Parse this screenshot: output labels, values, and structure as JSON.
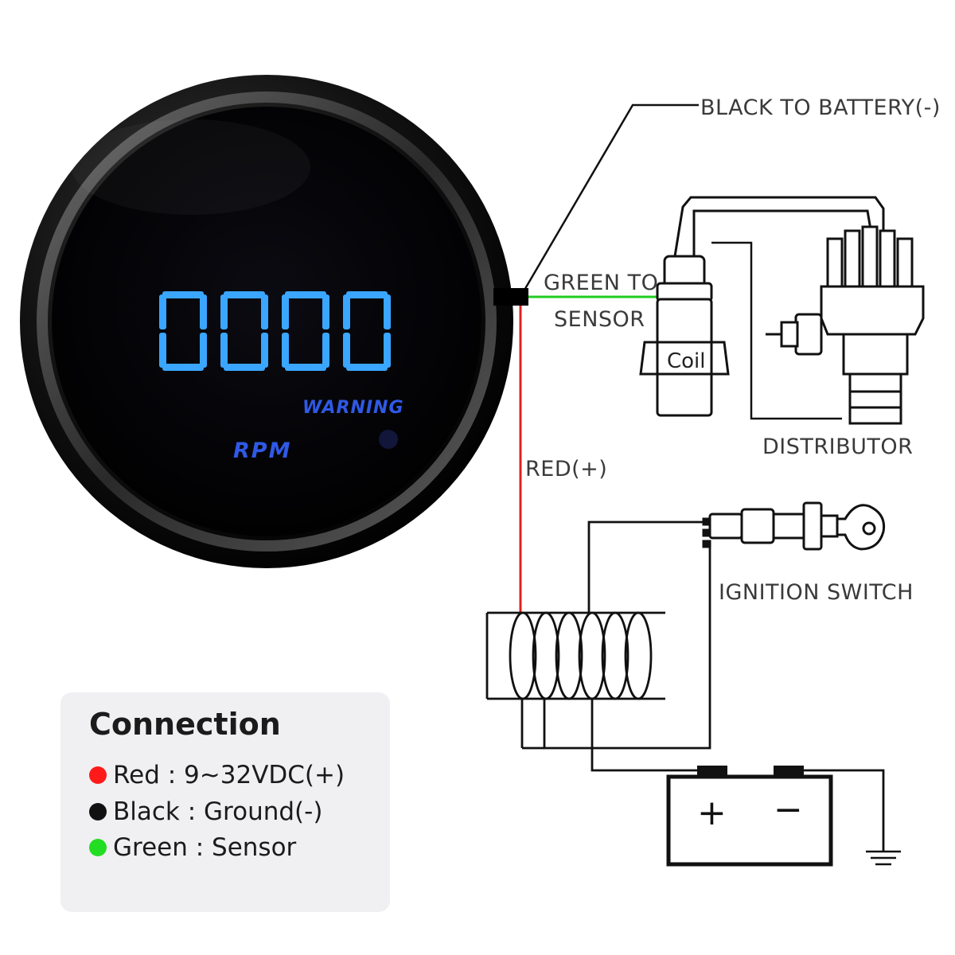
{
  "gauge": {
    "readout": "0000",
    "warning_label": "WARNING",
    "unit_label": "RPM",
    "digit_color": "#3aa6ff",
    "label_color": "#2f59e6"
  },
  "wiring_labels": {
    "black_to_battery": "BLACK TO BATTERY(-)",
    "green_to_line1": "GREEN TO",
    "green_to_line2": "SENSOR",
    "red_plus": "RED(+)",
    "distributor": "DISTRIBUTOR",
    "ignition_switch": "IGNITION SWITCH",
    "coil": "Coil",
    "battery_plus": "+",
    "battery_minus": "−"
  },
  "wire_colors": {
    "red": "#e02020",
    "green": "#22cc22",
    "black": "#111111"
  },
  "connection": {
    "title": "Connection",
    "items": [
      {
        "text": "Red : 9~32VDC(+)",
        "color": "#ff1a1a"
      },
      {
        "text": "Black : Ground(-)",
        "color": "#111111"
      },
      {
        "text": "Green : Sensor",
        "color": "#22dd22"
      }
    ]
  }
}
